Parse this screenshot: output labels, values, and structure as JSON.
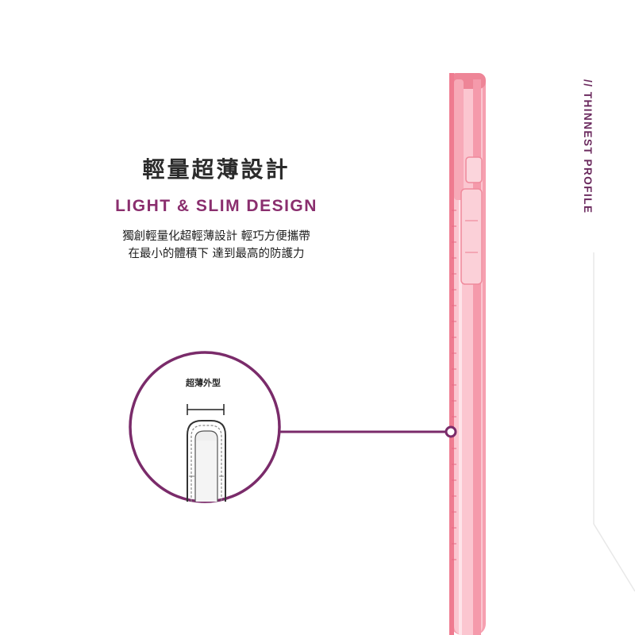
{
  "heading": {
    "title_zh": "輕量超薄設計",
    "title_en": "LIGHT & SLIM DESIGN"
  },
  "description": {
    "line1": "獨創輕量化超輕薄設計 輕巧方便攜帶",
    "line2": "在最小的體積下 達到最高的防護力"
  },
  "side_tag": "// THINNEST PROFILE",
  "callout": {
    "label": "超薄外型"
  },
  "colors": {
    "accent": "#8a2e6e",
    "case_pink": "#f28ea1",
    "case_light": "#fbd5dc",
    "text_dark": "#2b2b2b"
  }
}
